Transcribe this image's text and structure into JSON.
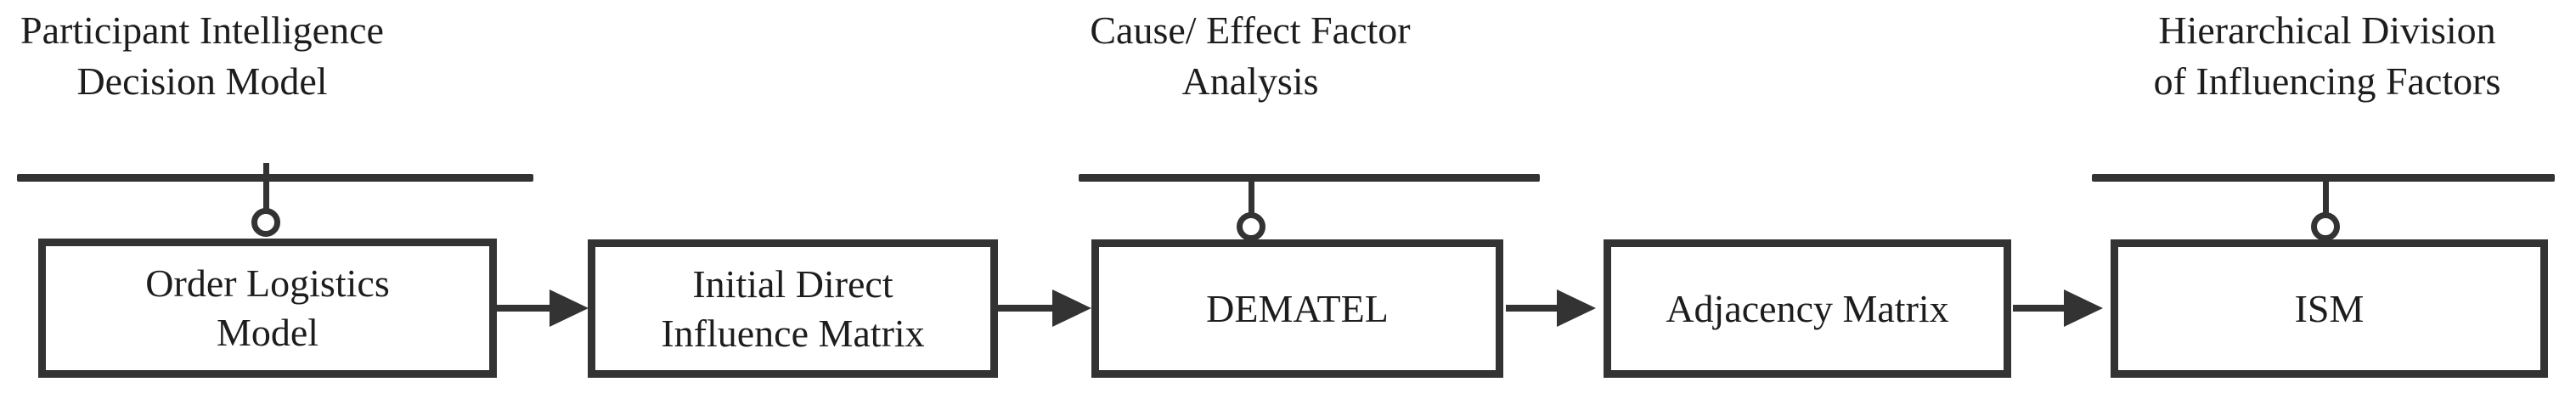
{
  "diagram": {
    "type": "flowchart",
    "background_color": "#ffffff",
    "stroke_color": "#333333",
    "text_color": "#1d1d1d",
    "annotations": [
      {
        "text": "Participant Intelligence\nDecision Model",
        "attached_to": "Order Logistics Model"
      },
      {
        "text": "Cause/ Effect Factor\nAnalysis",
        "attached_to": "DEMATEL"
      },
      {
        "text": "Hierarchical Division\nof Influencing Factors",
        "attached_to": "ISM"
      }
    ],
    "boxes": [
      {
        "label": "Order Logistics\nModel"
      },
      {
        "label": "Initial Direct\nInfluence Matrix"
      },
      {
        "label": "DEMATEL"
      },
      {
        "label": "Adjacency Matrix"
      },
      {
        "label": "ISM"
      }
    ],
    "flow": "Order Logistics Model -> Initial Direct Influence Matrix -> DEMATEL -> Adjacency Matrix -> ISM"
  }
}
